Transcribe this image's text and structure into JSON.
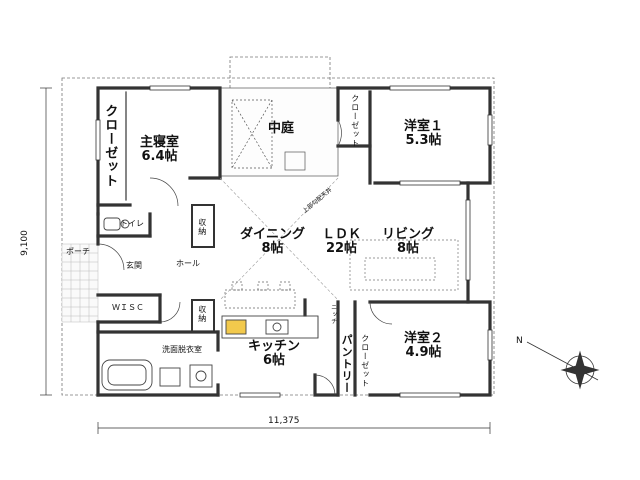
{
  "rooms": {
    "master_bedroom": {
      "name": "主寝室",
      "size": "6.4帖"
    },
    "courtyard": {
      "name": "中庭"
    },
    "western_room_1": {
      "name": "洋室１",
      "size": "5.3帖"
    },
    "western_room_2": {
      "name": "洋室２",
      "size": "4.9帖"
    },
    "dining": {
      "name": "ダイニング",
      "size": "8帖"
    },
    "ldk": {
      "name": "ＬＤＫ",
      "size": "22帖"
    },
    "living": {
      "name": "リビング",
      "size": "8帖"
    },
    "kitchen": {
      "name": "キッチン",
      "size": "6帖"
    },
    "closet_big": "クローゼット",
    "closet_room1": "クローゼット",
    "closet_room2": "クローゼット",
    "toilet": "トイレ",
    "storage_1": "収納",
    "storage_2": "収納",
    "porch": "ポーチ",
    "entrance": "玄関",
    "hall": "ホール",
    "wic": "ＷＩＳＣ",
    "washroom": "洗面脱衣室",
    "pantry": "パントリー",
    "niche": "ニッチ",
    "ceiling_note": "上部勾配天井"
  },
  "dimensions": {
    "height": "9,100",
    "width": "11,375"
  },
  "compass": {
    "north": "N"
  }
}
